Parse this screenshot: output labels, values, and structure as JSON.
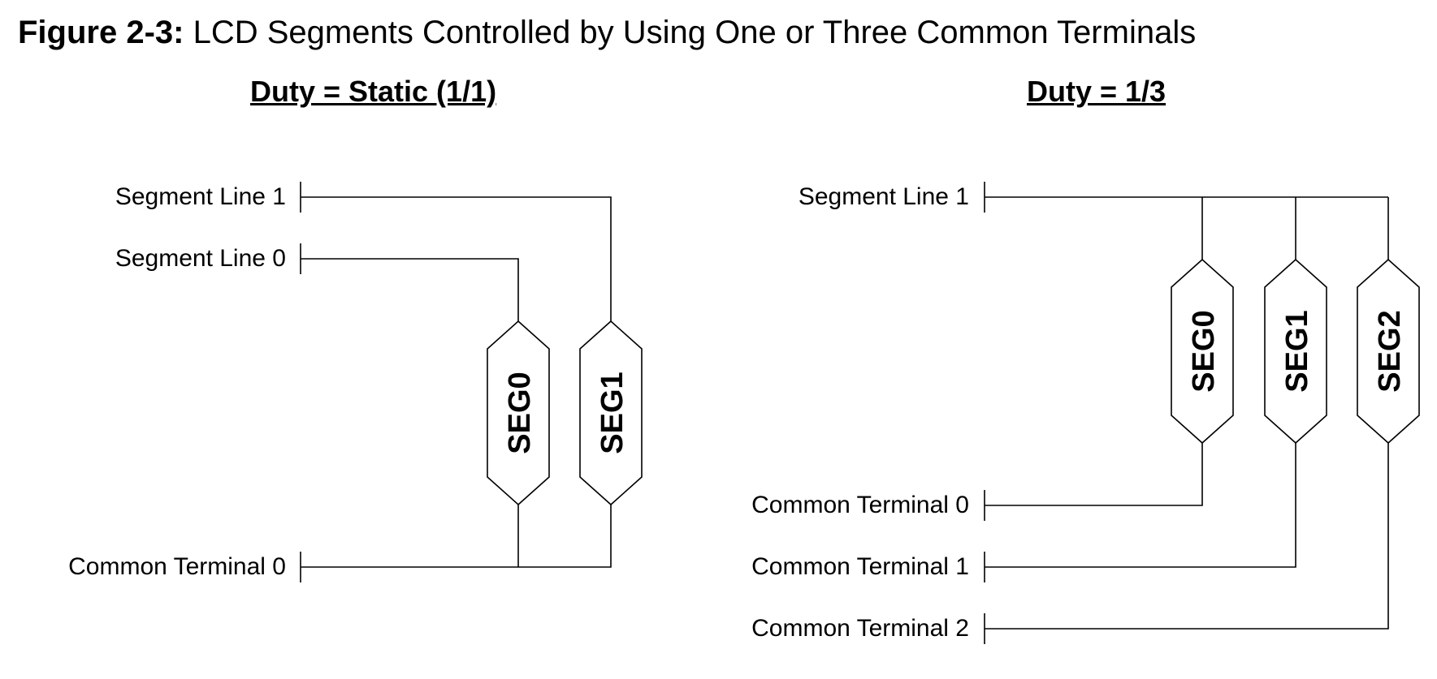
{
  "figure": {
    "number": "Figure 2-3:",
    "caption": " LCD Segments Controlled by Using One or Three Common Terminals"
  },
  "left_panel": {
    "title": "Duty = Static (1/1)",
    "segment_lines": [
      "Segment Line 1",
      "Segment Line 0"
    ],
    "common_terminals": [
      "Common Terminal 0"
    ],
    "segments": [
      "SEG0",
      "SEG1"
    ]
  },
  "right_panel": {
    "title": "Duty = 1/3",
    "segment_lines": [
      "Segment Line 1"
    ],
    "common_terminals": [
      "Common Terminal 0",
      "Common Terminal 1",
      "Common Terminal 2"
    ],
    "segments": [
      "SEG0",
      "SEG1",
      "SEG2"
    ]
  }
}
